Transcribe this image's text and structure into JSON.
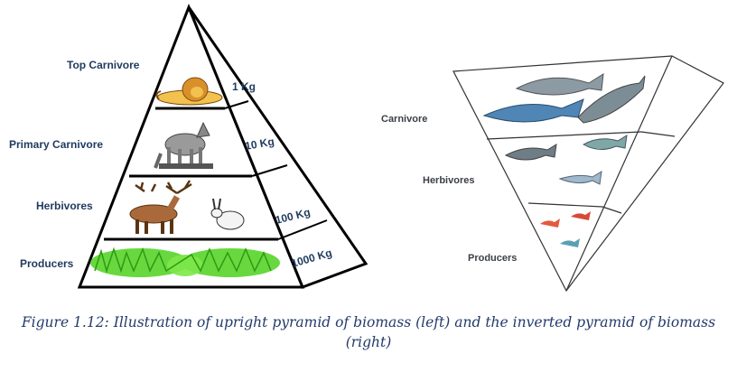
{
  "upright_pyramid": {
    "levels": [
      {
        "label": "Top Carnivore",
        "mass": "1 Kg",
        "icon": "lion-icon"
      },
      {
        "label": "Primary Carnivore",
        "mass": "10 Kg",
        "icon": "wolf-icon"
      },
      {
        "label": "Herbivores",
        "mass": "100 Kg",
        "icon": "deer-and-rabbit-icon"
      },
      {
        "label": "Producers",
        "mass": "1000 Kg",
        "icon": "grass-icon"
      }
    ]
  },
  "inverted_pyramid": {
    "levels": [
      {
        "label": "Carnivore",
        "icon": "large-fish-icon"
      },
      {
        "label": "Herbivores",
        "icon": "small-fish-icon"
      },
      {
        "label": "Producers",
        "icon": "phytoplankton-icon"
      }
    ]
  },
  "caption": "Figure 1.12: Illustration of upright pyramid of biomass (left) and the inverted pyramid of biomass (right)",
  "colors": {
    "label": "#1f3a5f",
    "caption": "#233a6b",
    "grass": "#58d42a",
    "lion": "#f2c14e"
  }
}
